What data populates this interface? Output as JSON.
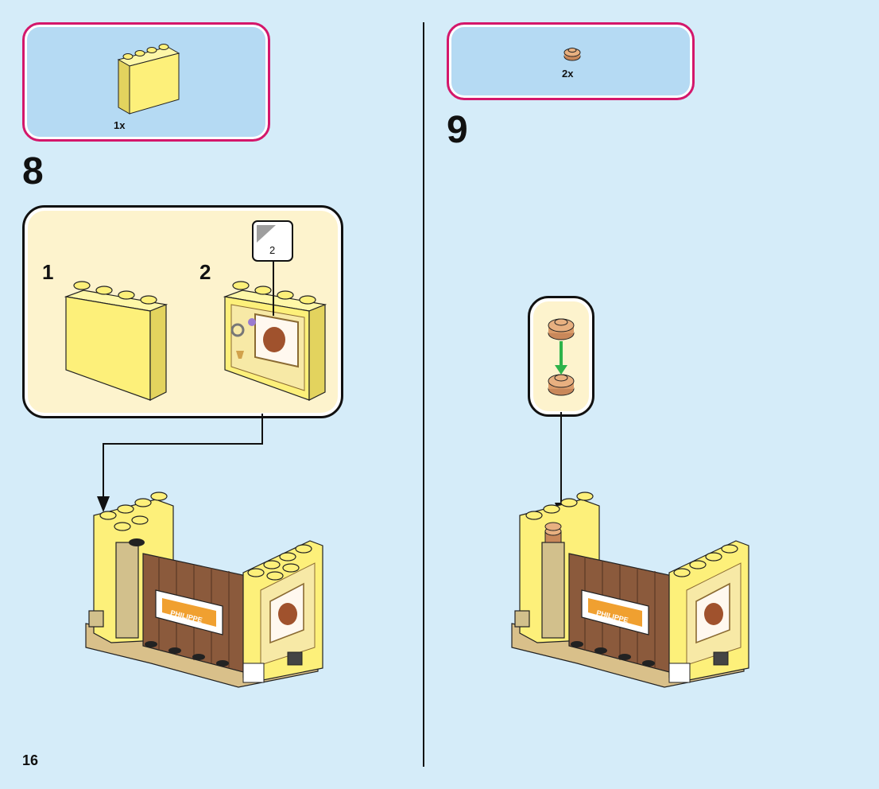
{
  "page": {
    "number": "16"
  },
  "step8": {
    "number": "8",
    "parts": [
      {
        "name": "yellow-wall-panel-1x4x3",
        "qty": "1x"
      }
    ],
    "sub_steps": [
      {
        "number": "1"
      },
      {
        "number": "2",
        "sticker_sheet_ref": "2"
      }
    ],
    "nameplate": "PHILIPPE"
  },
  "step9": {
    "number": "9",
    "parts": [
      {
        "name": "round-plate-1x1-nougat",
        "qty": "2x"
      }
    ],
    "nameplate": "PHILIPPE"
  },
  "colors": {
    "background": "#d5ecf9",
    "parts_box": "#b5daf3",
    "parts_border": "#d4176b",
    "sub_box": "#fdf3cd",
    "brick_yellow": "#fdf07a",
    "tan": "#d9c08a",
    "brown": "#8b5a3c",
    "arrow_green": "#2db34a"
  }
}
